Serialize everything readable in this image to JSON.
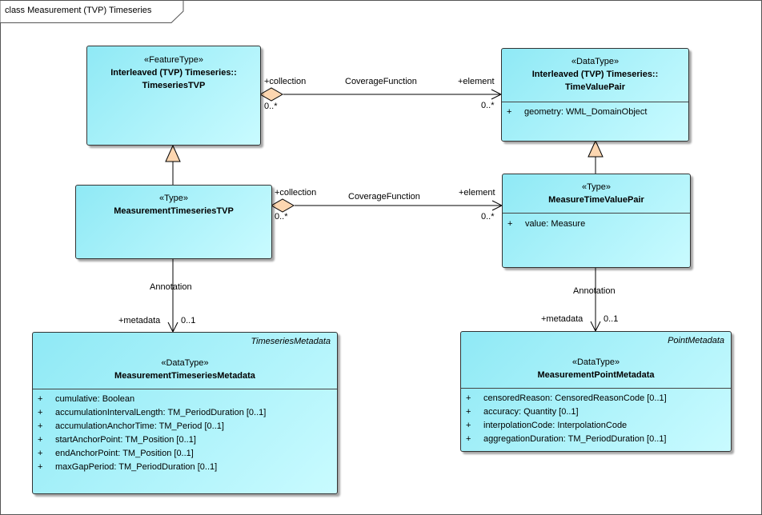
{
  "diagram": {
    "title": "class Measurement (TVP) Timeseries"
  },
  "classes": {
    "timeseries_tvp": {
      "stereotype": "«FeatureType»",
      "name_line1": "Interleaved (TVP) Timeseries::",
      "name_line2": "TimeseriesTVP"
    },
    "time_value_pair": {
      "stereotype": "«DataType»",
      "name_line1": "Interleaved (TVP) Timeseries::",
      "name_line2": "TimeValuePair",
      "attributes": [
        {
          "vis": "+",
          "text": "geometry: WML_DomainObject"
        }
      ]
    },
    "measurement_timeseries_tvp": {
      "stereotype": "«Type»",
      "name": "MeasurementTimeseriesTVP"
    },
    "measure_time_value_pair": {
      "stereotype": "«Type»",
      "name": "MeasureTimeValuePair",
      "attributes": [
        {
          "vis": "+",
          "text": "value: Measure"
        }
      ]
    },
    "measurement_timeseries_metadata": {
      "tag": "TimeseriesMetadata",
      "stereotype": "«DataType»",
      "name": "MeasurementTimeseriesMetadata",
      "attributes": [
        {
          "vis": "+",
          "text": "cumulative: Boolean"
        },
        {
          "vis": "+",
          "text": "accumulationIntervalLength: TM_PeriodDuration [0..1]"
        },
        {
          "vis": "+",
          "text": "accumulationAnchorTime: TM_Period [0..1]"
        },
        {
          "vis": "+",
          "text": "startAnchorPoint: TM_Position [0..1]"
        },
        {
          "vis": "+",
          "text": "endAnchorPoint: TM_Position [0..1]"
        },
        {
          "vis": "+",
          "text": "maxGapPeriod: TM_PeriodDuration [0..1]"
        }
      ]
    },
    "measurement_point_metadata": {
      "tag": "PointMetadata",
      "stereotype": "«DataType»",
      "name": "MeasurementPointMetadata",
      "attributes": [
        {
          "vis": "+",
          "text": "censoredReason: CensoredReasonCode [0..1]"
        },
        {
          "vis": "+",
          "text": "accuracy: Quantity [0..1]"
        },
        {
          "vis": "+",
          "text": "interpolationCode: InterpolationCode"
        },
        {
          "vis": "+",
          "text": "aggregationDuration: TM_PeriodDuration [0..1]"
        }
      ]
    }
  },
  "associations": {
    "top": {
      "name": "CoverageFunction",
      "src_role": "+collection",
      "src_mult": "0..*",
      "dst_role": "+element",
      "dst_mult": "0..*"
    },
    "middle": {
      "name": "CoverageFunction",
      "src_role": "+collection",
      "src_mult": "0..*",
      "dst_role": "+element",
      "dst_mult": "0..*"
    },
    "left_annotation": {
      "name": "Annotation",
      "role": "+metadata",
      "mult": "0..1"
    },
    "right_annotation": {
      "name": "Annotation",
      "role": "+metadata",
      "mult": "0..1"
    }
  }
}
